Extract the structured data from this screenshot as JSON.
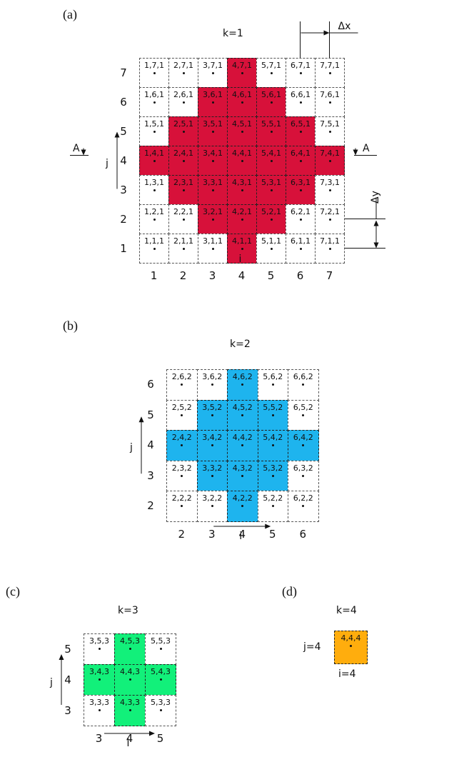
{
  "panels": [
    {
      "id": "a",
      "label": "(a)",
      "title": "k=1",
      "k": 1,
      "i_range": [
        1,
        7
      ],
      "j_range": [
        1,
        7
      ],
      "fill_color": "#d7113a",
      "active_cells": [
        [
          4,
          7
        ],
        [
          3,
          6
        ],
        [
          4,
          6
        ],
        [
          5,
          6
        ],
        [
          2,
          5
        ],
        [
          3,
          5
        ],
        [
          4,
          5
        ],
        [
          5,
          5
        ],
        [
          6,
          5
        ],
        [
          1,
          4
        ],
        [
          2,
          4
        ],
        [
          3,
          4
        ],
        [
          4,
          4
        ],
        [
          5,
          4
        ],
        [
          6,
          4
        ],
        [
          7,
          4
        ],
        [
          2,
          3
        ],
        [
          3,
          3
        ],
        [
          4,
          3
        ],
        [
          5,
          3
        ],
        [
          6,
          3
        ],
        [
          3,
          2
        ],
        [
          4,
          2
        ],
        [
          5,
          2
        ],
        [
          4,
          1
        ]
      ],
      "i_axis_label": "i",
      "j_axis_label": "j",
      "section_label_left": "A",
      "section_label_right": "A",
      "dx_label": "Δx",
      "dy_label": "Δy"
    },
    {
      "id": "b",
      "label": "(b)",
      "title": "k=2",
      "k": 2,
      "i_range": [
        2,
        6
      ],
      "j_range": [
        2,
        6
      ],
      "fill_color": "#1eb4ee",
      "active_cells": [
        [
          4,
          6
        ],
        [
          3,
          5
        ],
        [
          4,
          5
        ],
        [
          5,
          5
        ],
        [
          2,
          4
        ],
        [
          3,
          4
        ],
        [
          4,
          4
        ],
        [
          5,
          4
        ],
        [
          6,
          4
        ],
        [
          3,
          3
        ],
        [
          4,
          3
        ],
        [
          5,
          3
        ],
        [
          4,
          2
        ]
      ],
      "i_axis_label": "i",
      "j_axis_label": "j"
    },
    {
      "id": "c",
      "label": "(c)",
      "title": "k=3",
      "k": 3,
      "i_range": [
        3,
        5
      ],
      "j_range": [
        3,
        5
      ],
      "fill_color": "#12f07a",
      "active_cells": [
        [
          4,
          5
        ],
        [
          3,
          4
        ],
        [
          4,
          4
        ],
        [
          5,
          4
        ],
        [
          4,
          3
        ]
      ],
      "i_axis_label": "i",
      "j_axis_label": "j"
    },
    {
      "id": "d",
      "label": "(d)",
      "title": "k=4",
      "k": 4,
      "i_range": [
        4,
        4
      ],
      "j_range": [
        4,
        4
      ],
      "fill_color": "#ffad0d",
      "active_cells": [
        [
          4,
          4
        ]
      ],
      "j_text": "j=4",
      "i_text": "i=4"
    }
  ]
}
